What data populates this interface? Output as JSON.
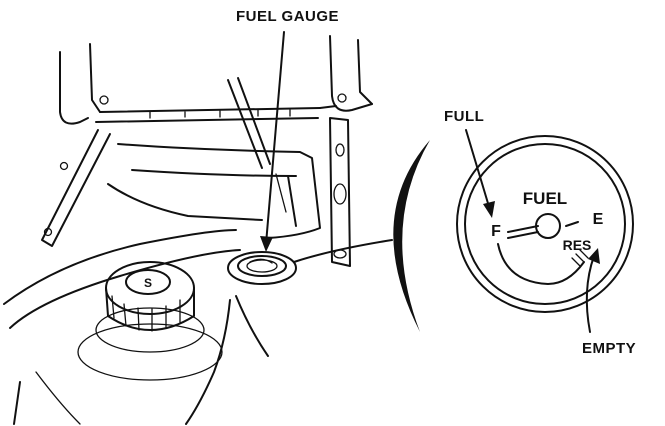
{
  "callouts": {
    "fuel_gauge": "FUEL GAUGE",
    "full": "FULL",
    "empty": "EMPTY"
  },
  "dial": {
    "title": "FUEL",
    "full_mark": "F",
    "empty_mark": "E",
    "reserve_mark": "RES"
  },
  "cap_marking": "S",
  "colors": {
    "ink": "#111111",
    "paper": "#ffffff"
  }
}
